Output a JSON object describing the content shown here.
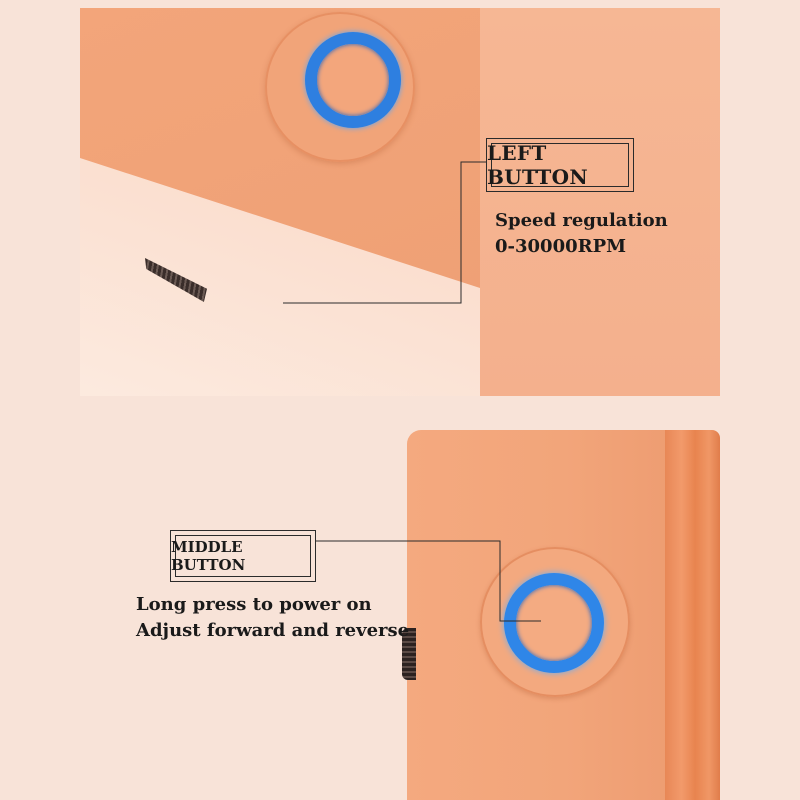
{
  "callouts": {
    "left_button": {
      "title": "LEFT BUTTON",
      "lines": [
        "Speed regulation",
        "0-30000RPM"
      ]
    },
    "middle_button": {
      "title": "MIDDLE BUTTON",
      "lines": [
        "Long press to power on",
        "Adjust forward and reverse"
      ]
    }
  },
  "colors": {
    "device_orange": "#f2a57a",
    "led_blue": "#2f86e8",
    "background": "#f8e3d8",
    "text": "#1a1a1a"
  }
}
